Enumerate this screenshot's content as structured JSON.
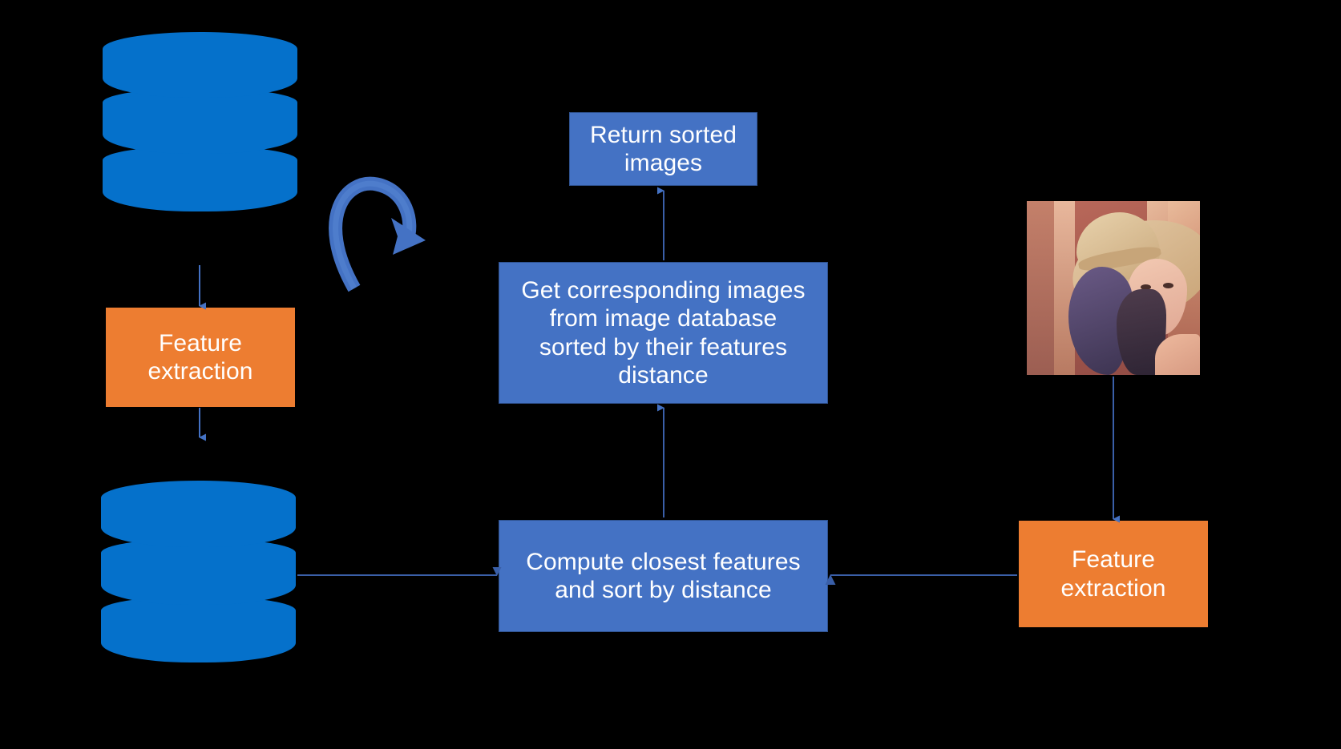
{
  "diagram": {
    "title": "Content-based image retrieval pipeline",
    "background_color": "#000000",
    "colors": {
      "process_blue": "#4472C4",
      "process_blue_border": "#2F528F",
      "feature_orange": "#ED7D31",
      "database_blue": "#0571CB",
      "arrow_blue": "#4472C4",
      "connector_blue": "#4472C4",
      "text_white": "#FFFFFF"
    },
    "nodes": [
      {
        "id": "image-database-top",
        "type": "database-cylinder",
        "label": "",
        "color": "#0571CB"
      },
      {
        "id": "feature-extraction-left",
        "type": "process",
        "label": "Feature\nextraction",
        "line1": "Feature",
        "line2": "extraction",
        "color": "#ED7D31"
      },
      {
        "id": "feature-database-bottom",
        "type": "database-cylinder",
        "label": "",
        "color": "#0571CB"
      },
      {
        "id": "return-sorted-images",
        "type": "process",
        "label": "Return sorted images",
        "line1": "Return sorted",
        "line2": "images",
        "color": "#4472C4"
      },
      {
        "id": "get-corresponding-images",
        "type": "process",
        "label": "Get corresponding images from image database sorted by their features distance",
        "line1": "Get corresponding images",
        "line2": "from image database",
        "line3": "sorted by their features",
        "line4": "distance",
        "color": "#4472C4"
      },
      {
        "id": "compute-closest-features",
        "type": "process",
        "label": "Compute closest features and sort by distance",
        "line1": "Compute closest features",
        "line2": "and sort by distance",
        "color": "#4472C4"
      },
      {
        "id": "query-image",
        "type": "image",
        "label": "query image (Lenna)"
      },
      {
        "id": "feature-extraction-right",
        "type": "process",
        "label": "Feature\nextraction",
        "line1": "Feature",
        "line2": "extraction",
        "color": "#ED7D31"
      }
    ],
    "edges": [
      {
        "id": "edge-db-to-feature-left",
        "from": "image-database-top",
        "to": "feature-extraction-left",
        "direction": "down"
      },
      {
        "id": "edge-feature-left-to-featuredb",
        "from": "feature-extraction-left",
        "to": "feature-database-bottom",
        "direction": "down"
      },
      {
        "id": "edge-featuredb-to-compute",
        "from": "feature-database-bottom",
        "to": "compute-closest-features",
        "direction": "right"
      },
      {
        "id": "edge-compute-to-get",
        "from": "compute-closest-features",
        "to": "get-corresponding-images",
        "direction": "up"
      },
      {
        "id": "edge-get-to-return",
        "from": "get-corresponding-images",
        "to": "return-sorted-images",
        "direction": "up"
      },
      {
        "id": "edge-query-to-feature-right",
        "from": "query-image",
        "to": "feature-extraction-right",
        "direction": "down"
      },
      {
        "id": "edge-feature-right-to-compute",
        "from": "feature-extraction-right",
        "to": "compute-closest-features",
        "direction": "left"
      },
      {
        "id": "edge-loop-retrieval",
        "from": "image-database-top",
        "to": "image-database-top",
        "direction": "curved-loop"
      }
    ]
  },
  "labels": {
    "return_sorted_line1": "Return sorted",
    "return_sorted_line2": "images",
    "get_corresponding_line1": "Get corresponding images",
    "get_corresponding_line2": "from image database",
    "get_corresponding_line3": "sorted by their features",
    "get_corresponding_line4": "distance",
    "compute_line1": "Compute closest features",
    "compute_line2": "and sort by distance",
    "feature_extraction_left_line1": "Feature",
    "feature_extraction_left_line2": "extraction",
    "feature_extraction_right_line1": "Feature",
    "feature_extraction_right_line2": "extraction"
  }
}
